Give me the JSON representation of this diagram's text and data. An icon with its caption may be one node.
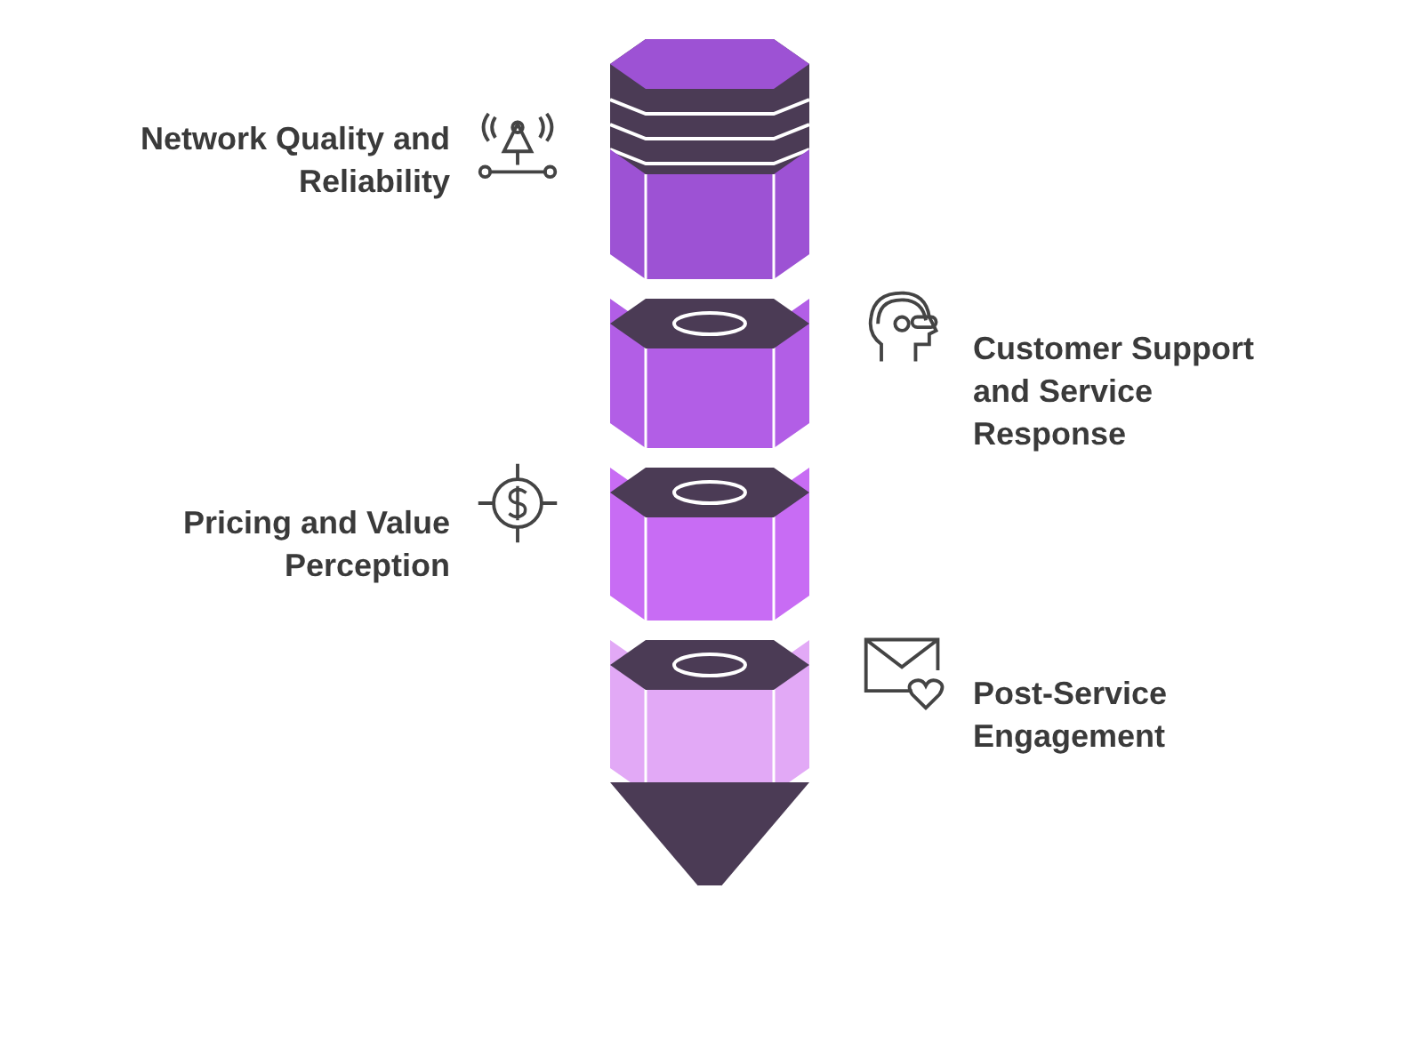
{
  "diagram": {
    "nodes": [
      {
        "text": [],
        "shape": "prism"
      },
      {
        "text": [],
        "shape": "prism"
      },
      {
        "text": [],
        "shape": "prism"
      },
      {
        "text": [],
        "shape": "prism"
      },
      {
        "text": [],
        "shape": "cone"
      }
    ],
    "edges": [],
    "labels": [
      "Network Quality and Reliability",
      "Customer Support and Service Response",
      "Pricing and Value Perception",
      "Post-Service Engagement"
    ]
  }
}
